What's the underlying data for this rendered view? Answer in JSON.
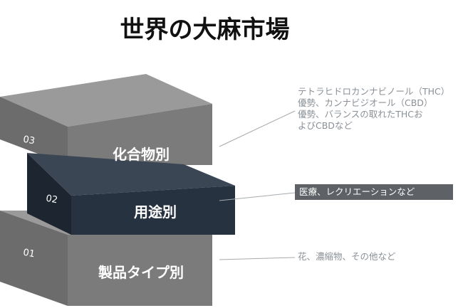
{
  "title": "世界の大麻市場",
  "layers": [
    {
      "number": "03",
      "label": "化合物別",
      "note": [
        "テトラヒドロカンナビノール（THC）",
        "優勢、カンナビジオール（CBD）",
        "優勢、バランスの取れたTHCお",
        "よびCBDなど"
      ]
    },
    {
      "number": "02",
      "label": "用途別",
      "note": "医療、レクリエーションなど"
    },
    {
      "number": "01",
      "label": "製品タイプ別",
      "note": "花、濃縮物、その他など"
    }
  ],
  "colors": {
    "gray_block": "#7b7b7b",
    "dark_block": "#273240",
    "highlight": "#5e6166"
  }
}
